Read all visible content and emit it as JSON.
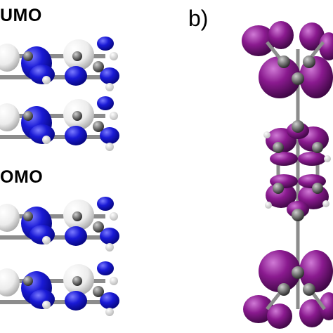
{
  "panel_a": {
    "lumo_label": "UMO",
    "homo_label": "OMO"
  },
  "panel_b": {
    "label": "b)"
  },
  "colors": {
    "lobe_positive": "#1a1ad6",
    "lobe_negative": "#f4f4f4",
    "lobe_purple": "#8a1a8f",
    "atom_carbon": "#7a7a7a",
    "atom_hydrogen": "#e8e8e8",
    "bond": "#8c8c8c"
  }
}
